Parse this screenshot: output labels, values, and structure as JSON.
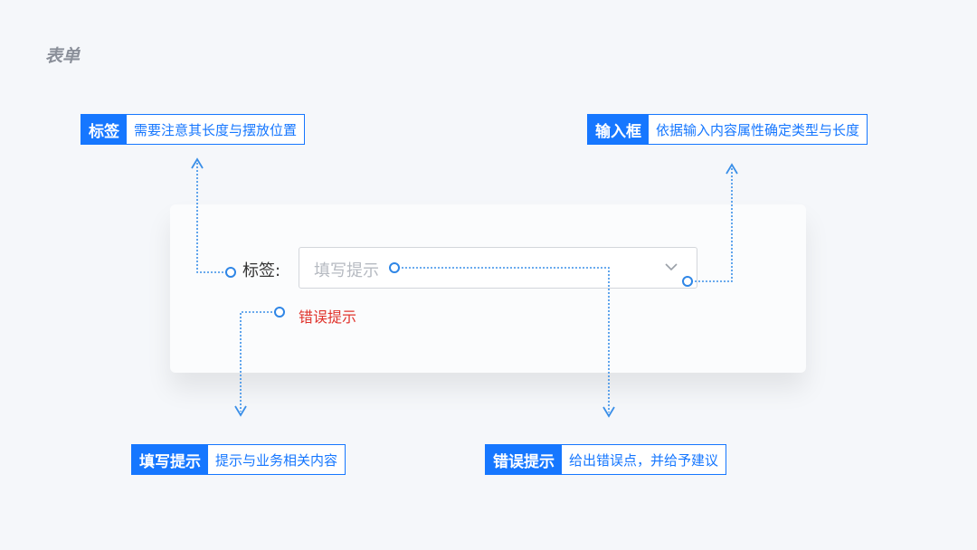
{
  "page": {
    "title": "表单"
  },
  "tags": {
    "label": {
      "name": "标签",
      "desc": "需要注意其长度与摆放位置"
    },
    "input": {
      "name": "输入框",
      "desc": "依据输入内容属性确定类型与长度"
    },
    "placeholder": {
      "name": "填写提示",
      "desc": "提示与业务相关内容"
    },
    "error": {
      "name": "错误提示",
      "desc": "给出错误点，并给予建议"
    }
  },
  "form": {
    "label": "标签:",
    "placeholder": "填写提示",
    "error": "错误提示"
  },
  "colors": {
    "accent": "#1677ff",
    "connector": "#3a8fe8",
    "error": "#e0332c"
  },
  "icons": {
    "dropdown": "chevron-down-icon"
  }
}
